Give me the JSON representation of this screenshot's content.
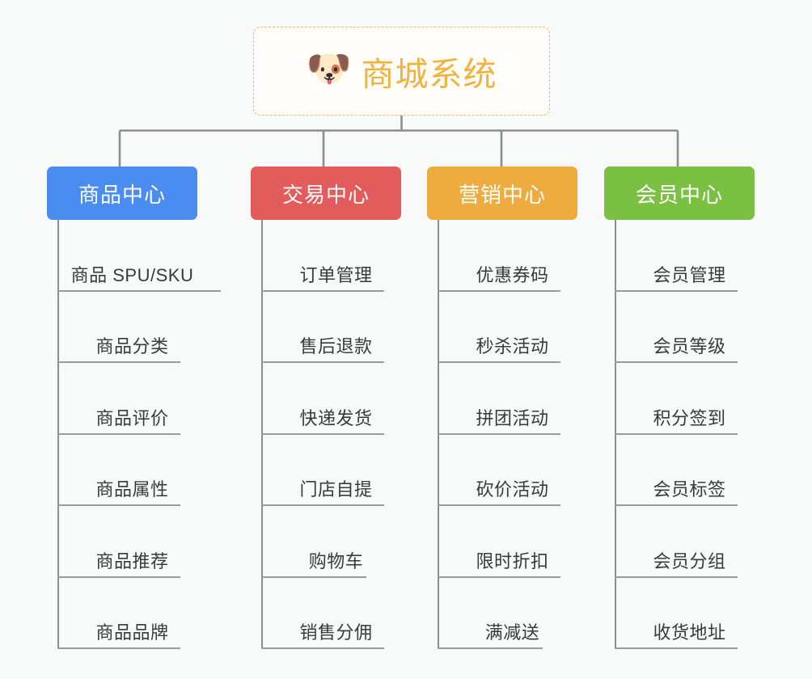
{
  "page": {
    "background_color": "#f8f9f9",
    "line_color": "#8e8e8e",
    "leaf_text_color": "#3a3a3a"
  },
  "root": {
    "title": "商城系统",
    "emoji": "🐶",
    "emoji_name": "shiba-dog-face-emoji",
    "border_color": "#f0b95c",
    "text_color": "#f2b33d",
    "background_color": "#fffefb"
  },
  "columns": [
    {
      "id": "product-center",
      "title": "商品中心",
      "color": "#4a8cf0",
      "items": [
        {
          "label": "商品 SPU/SKU",
          "rule_width": 202
        },
        {
          "label": "商品分类",
          "rule_width": 152
        },
        {
          "label": "商品评价",
          "rule_width": 152
        },
        {
          "label": "商品属性",
          "rule_width": 152
        },
        {
          "label": "商品推荐",
          "rule_width": 152
        },
        {
          "label": "商品品牌",
          "rule_width": 152
        }
      ]
    },
    {
      "id": "trade-center",
      "title": "交易中心",
      "color": "#e25c5c",
      "items": [
        {
          "label": "订单管理",
          "rule_width": 152
        },
        {
          "label": "售后退款",
          "rule_width": 152
        },
        {
          "label": "快递发货",
          "rule_width": 152
        },
        {
          "label": "门店自提",
          "rule_width": 152
        },
        {
          "label": "购物车",
          "rule_width": 130
        },
        {
          "label": "销售分佣",
          "rule_width": 152
        }
      ]
    },
    {
      "id": "marketing-center",
      "title": "营销中心",
      "color": "#eeac3f",
      "items": [
        {
          "label": "优惠券码",
          "rule_width": 152
        },
        {
          "label": "秒杀活动",
          "rule_width": 152
        },
        {
          "label": "拼团活动",
          "rule_width": 152
        },
        {
          "label": "砍价活动",
          "rule_width": 152
        },
        {
          "label": "限时折扣",
          "rule_width": 152
        },
        {
          "label": "满减送",
          "rule_width": 130
        }
      ]
    },
    {
      "id": "member-center",
      "title": "会员中心",
      "color": "#7ac143",
      "items": [
        {
          "label": "会员管理",
          "rule_width": 152
        },
        {
          "label": "会员等级",
          "rule_width": 152
        },
        {
          "label": "积分签到",
          "rule_width": 152
        },
        {
          "label": "会员标签",
          "rule_width": 152
        },
        {
          "label": "会员分组",
          "rule_width": 152
        },
        {
          "label": "收货地址",
          "rule_width": 152
        }
      ]
    }
  ]
}
